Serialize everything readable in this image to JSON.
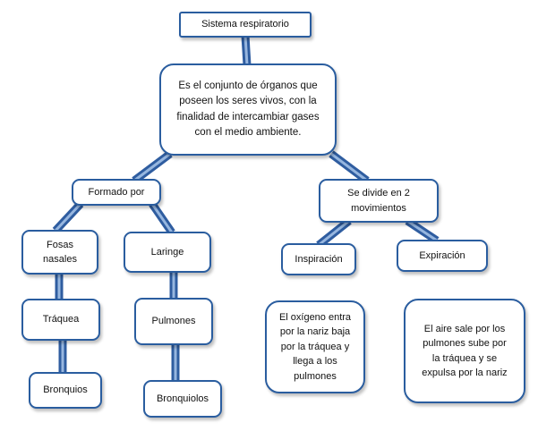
{
  "nodes": {
    "root": "Sistema respiratorio",
    "definition": "Es el conjunto de órganos que\nposeen los seres vivos, con la\nfinalidad de intercambiar gases\ncon el medio ambiente.",
    "formado_por": "Formado por",
    "se_divide": "Se divide en 2\nmovimientos",
    "fosas_nasales": "Fosas\nnasales",
    "laringe": "Laringe",
    "traquea": "Tráquea",
    "pulmones": "Pulmones",
    "bronquios": "Bronquios",
    "bronquiolos": "Bronquiolos",
    "inspiracion": "Inspiración",
    "expiracion": "Expiración",
    "inspiracion_desc": "El oxígeno entra\npor la nariz baja\npor la tráquea y\nllega a los\npulmones",
    "expiracion_desc": "El aire sale por los\npulmones sube por\nla tráquea y se\nexpulsa por la nariz"
  },
  "colors": {
    "link_dark": "#2b4f8c",
    "link_light": "#8fb3e0",
    "node_border": "#2a5d9f"
  }
}
